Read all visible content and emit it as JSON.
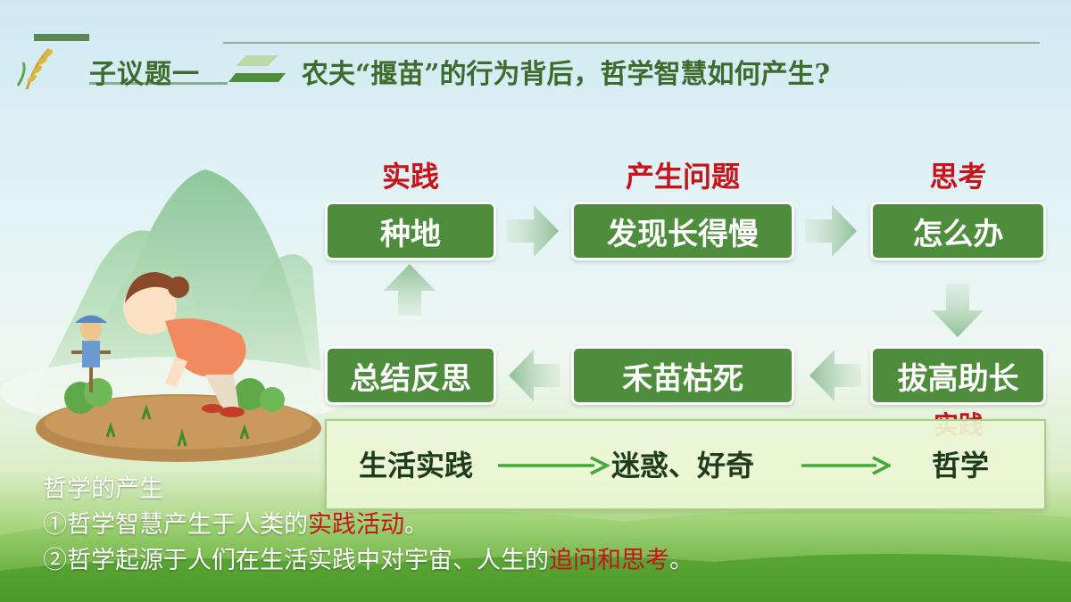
{
  "header": {
    "label": "子议题一",
    "question": "农夫“揠苗”的行为背后，哲学智慧如何产生?"
  },
  "flow": {
    "stages": [
      {
        "label": "实践",
        "node": "种地"
      },
      {
        "label": "产生问题",
        "node": "发现长得慢"
      },
      {
        "label": "思考",
        "node": "怎么办"
      }
    ],
    "bottom_row": [
      "总结反思",
      "禾苗枯死",
      "拔高助长"
    ],
    "partial_label": "实践"
  },
  "summary": {
    "items": [
      "生活实践",
      "迷惑、好奇",
      "哲学"
    ]
  },
  "conclusion": {
    "heading": "哲学的产生",
    "line1_prefix": "①哲学智慧产生于人类的",
    "line1_emph": "实践活动",
    "line1_suffix": "。",
    "line2_prefix": "②哲学起源于人们在生活实践中对宇宙、人生的",
    "line2_emph": "追问和思考",
    "line2_suffix": "。"
  },
  "colors": {
    "node_green": "#4e8d3c",
    "accent_red": "#c6141b",
    "title_green": "#3d6b2d"
  }
}
